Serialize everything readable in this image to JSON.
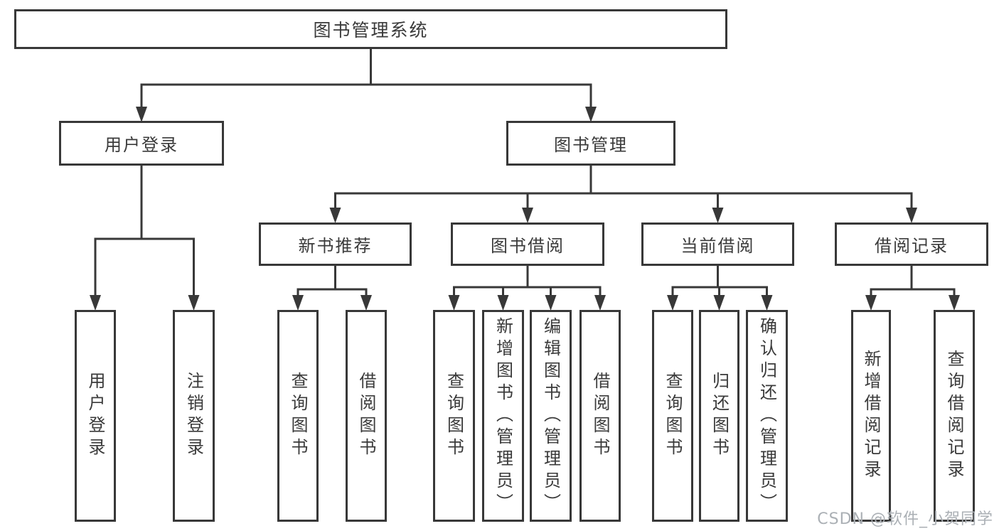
{
  "diagram_type": "tree",
  "tree": {
    "root": {
      "label": "图书管理系统"
    },
    "children": [
      {
        "label": "用户登录",
        "children": [
          {
            "label": "用户登录"
          },
          {
            "label": "注销登录"
          }
        ]
      },
      {
        "label": "图书管理",
        "children": [
          {
            "label": "新书推荐",
            "children": [
              {
                "label": "查询图书"
              },
              {
                "label": "借阅图书"
              }
            ]
          },
          {
            "label": "图书借阅",
            "children": [
              {
                "label": "查询图书"
              },
              {
                "label": "新增图书（管理员）"
              },
              {
                "label": "编辑图书（管理员）"
              },
              {
                "label": "借阅图书"
              }
            ]
          },
          {
            "label": "当前借阅",
            "children": [
              {
                "label": "查询图书"
              },
              {
                "label": "归还图书"
              },
              {
                "label": "确认归还（管理员）"
              }
            ]
          },
          {
            "label": "借阅记录",
            "children": [
              {
                "label": "新增借阅记录"
              },
              {
                "label": "查询借阅记录"
              }
            ]
          }
        ]
      }
    ]
  },
  "watermark": "CSDN @软件_小贺同学",
  "colors": {
    "line": "#383838",
    "text": "#3a3a3a",
    "background": "#ffffff",
    "watermark": "#abb0b5"
  }
}
